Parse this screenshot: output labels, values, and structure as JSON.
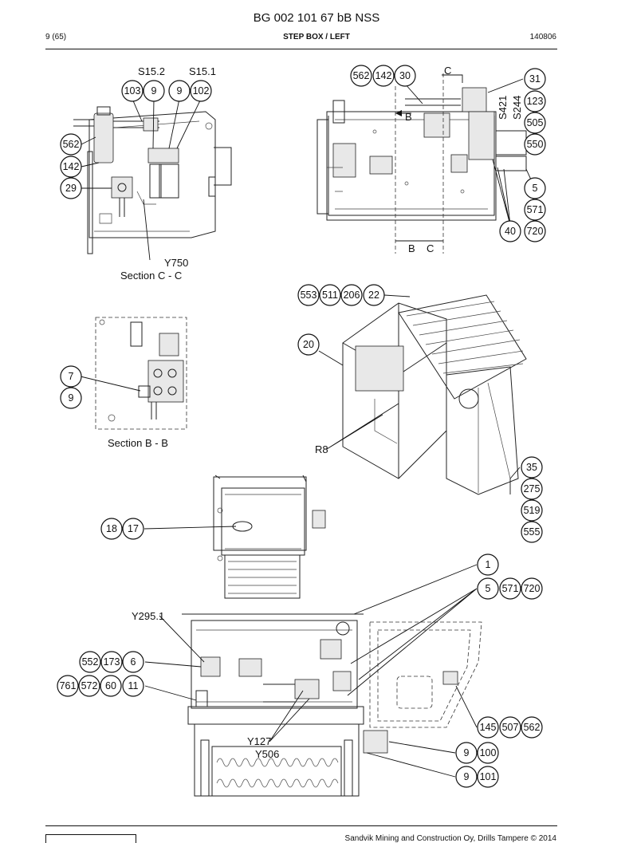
{
  "header": {
    "doc_number": "BG 002 101 67 bB NSS",
    "page": "9 (65)",
    "section_title": "STEP BOX / LEFT",
    "date_code": "140806"
  },
  "footer": {
    "company_text": "Sandvik Mining and Construction Oy, Drills Tampere © 2014"
  },
  "labels": {
    "s15_2": "S15.2",
    "s15_1": "S15.1",
    "y750": "Y750",
    "section_cc": "Section C - C",
    "section_bb": "Section B - B",
    "r8": "R8",
    "c_top": "C",
    "b_mid": "B",
    "b_bottom": "B",
    "c_bottom": "C",
    "s421": "S421",
    "s244": "S244",
    "y295_1": "Y295.1",
    "y127": "Y127",
    "y506": "Y506"
  },
  "balloons": {
    "b103": "103",
    "b9a": "9",
    "b9b": "9",
    "b102": "102",
    "b562a": "562",
    "b142a": "142",
    "b29": "29",
    "b562b": "562",
    "b142b": "142",
    "b30": "30",
    "b31": "31",
    "b123": "123",
    "b505": "505",
    "b550": "550",
    "b5a": "5",
    "b571a": "571",
    "b40": "40",
    "b720a": "720",
    "b553": "553",
    "b511": "511",
    "b206": "206",
    "b22": "22",
    "b20": "20",
    "b7": "7",
    "b9c": "9",
    "b35": "35",
    "b275": "275",
    "b519": "519",
    "b555": "555",
    "b18": "18",
    "b17": "17",
    "b1": "1",
    "b5b": "5",
    "b571b": "571",
    "b720b": "720",
    "b552": "552",
    "b173": "173",
    "b6": "6",
    "b761": "761",
    "b572": "572",
    "b60": "60",
    "b11": "11",
    "b145": "145",
    "b507": "507",
    "b562c": "562",
    "b9d": "9",
    "b100": "100",
    "b9e": "9",
    "b101": "101"
  }
}
